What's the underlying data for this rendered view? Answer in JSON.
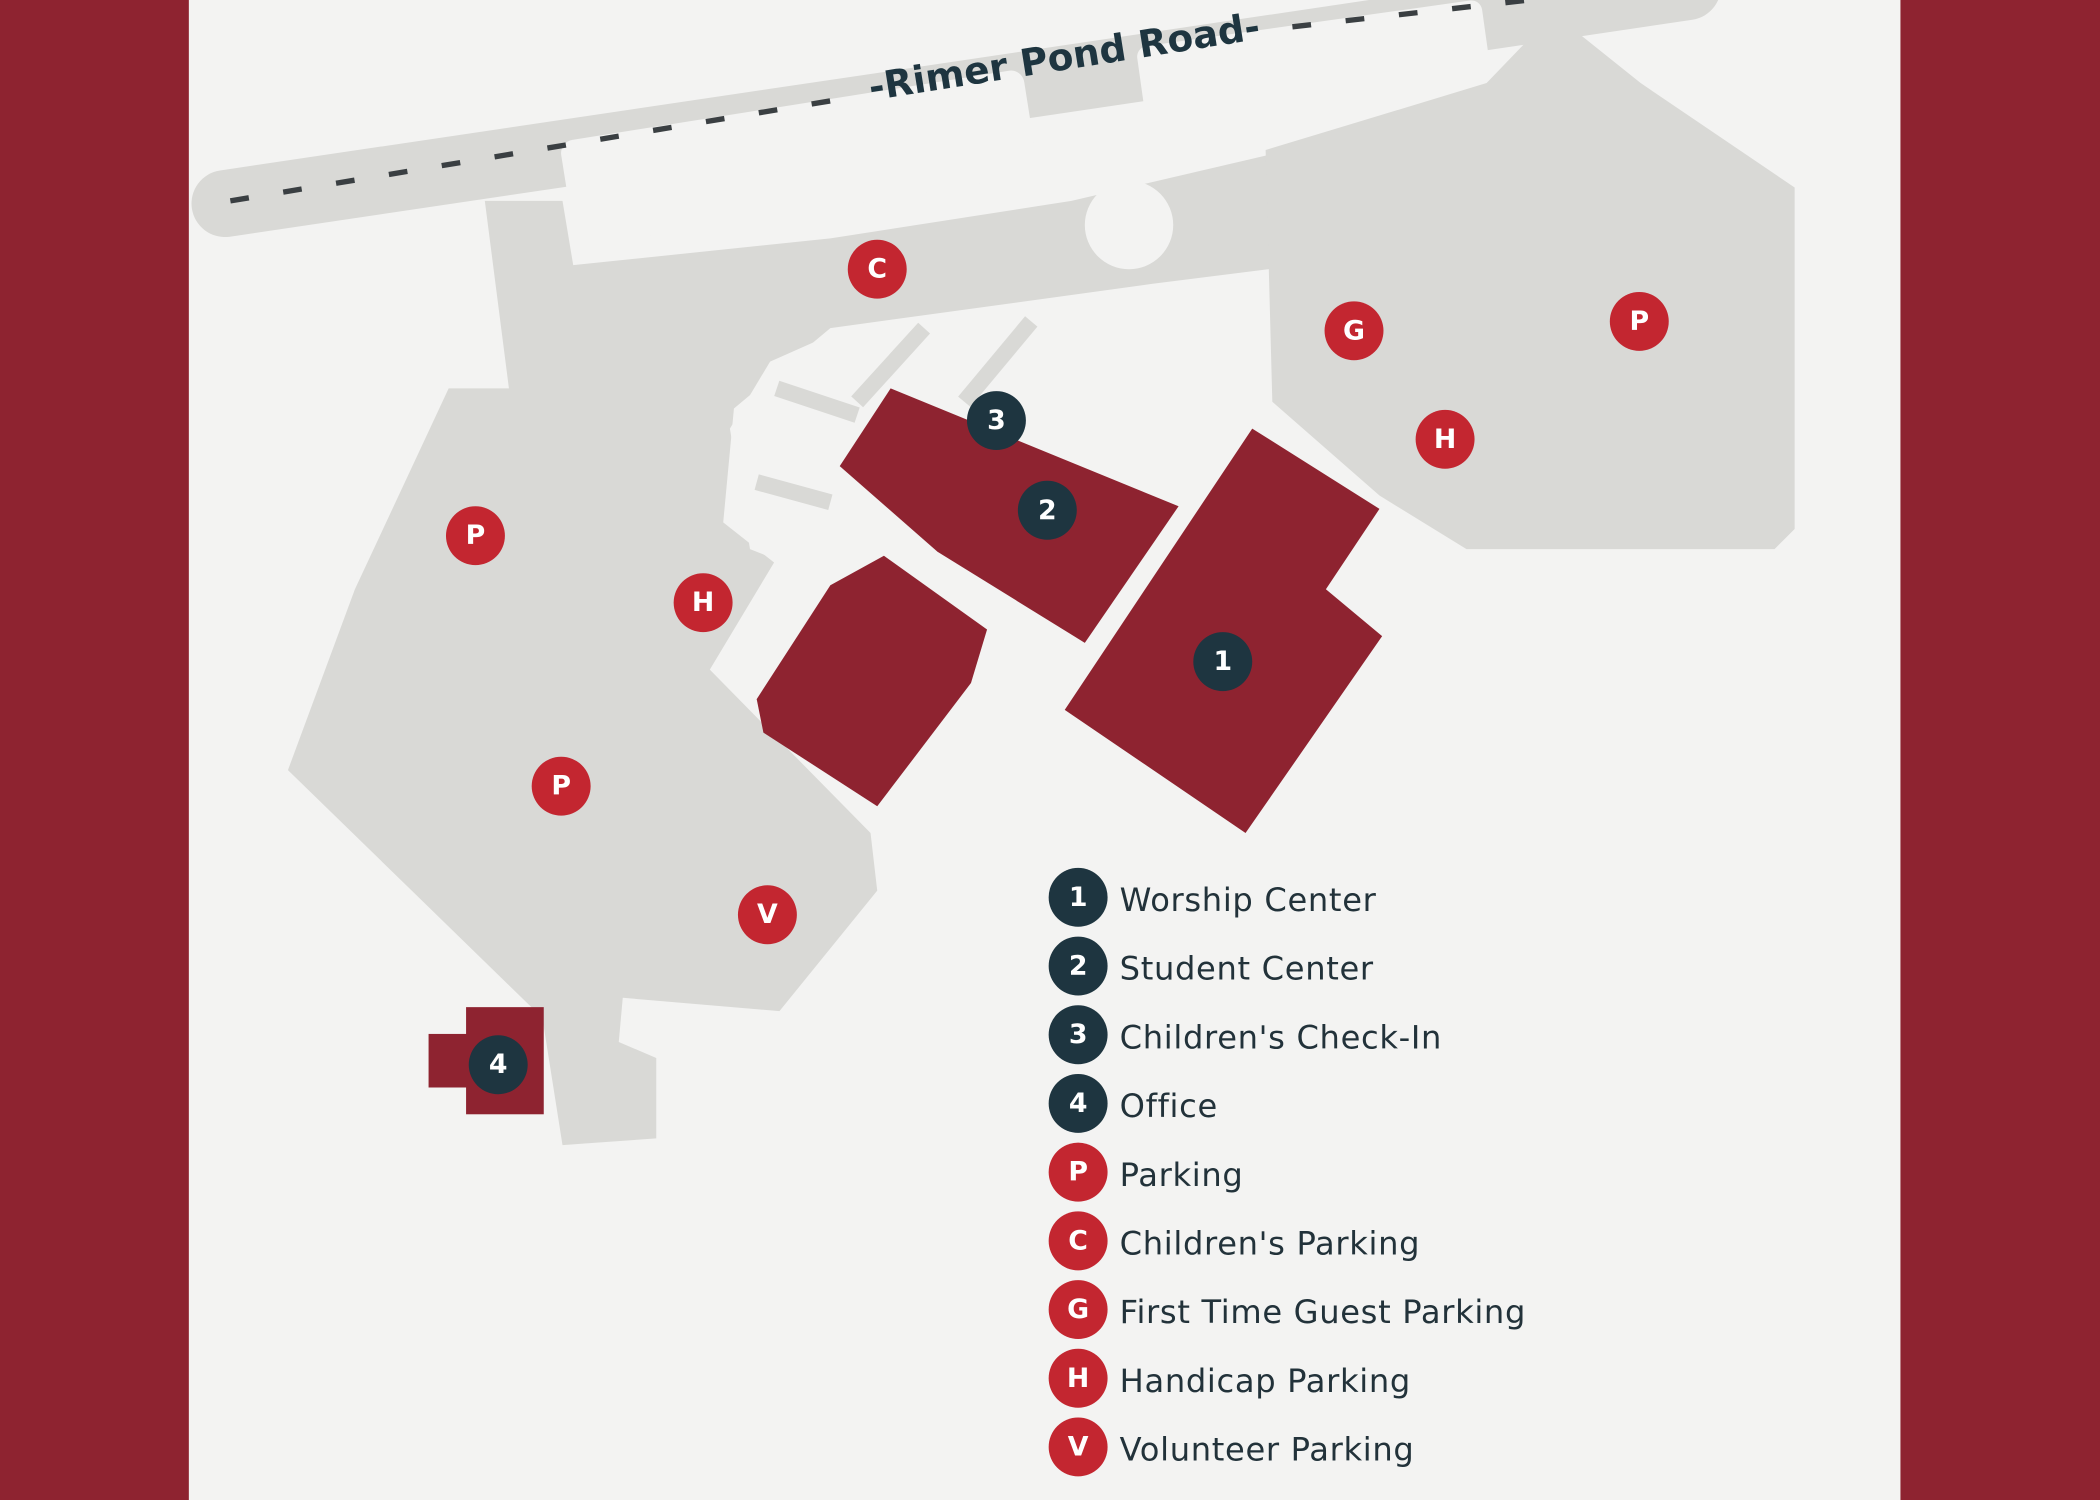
{
  "colors": {
    "frame": "#8e2330",
    "background": "#f3f3f2",
    "pavement": "#d9d9d6",
    "building": "#8e2330",
    "numbered_marker": "#1e3540",
    "parking_marker": "#c32630"
  },
  "road": {
    "name": "-Rimer Pond Road-"
  },
  "markers": [
    {
      "label": "C",
      "kind": "parking"
    },
    {
      "label": "G",
      "kind": "parking"
    },
    {
      "label": "P",
      "kind": "parking"
    },
    {
      "label": "H",
      "kind": "parking"
    },
    {
      "label": "P",
      "kind": "parking"
    },
    {
      "label": "H",
      "kind": "parking"
    },
    {
      "label": "P",
      "kind": "parking"
    },
    {
      "label": "V",
      "kind": "parking"
    },
    {
      "label": "3",
      "kind": "building"
    },
    {
      "label": "2",
      "kind": "building"
    },
    {
      "label": "1",
      "kind": "building"
    },
    {
      "label": "4",
      "kind": "building"
    }
  ],
  "legend": [
    {
      "key": "1",
      "label": "Worship Center",
      "kind": "building"
    },
    {
      "key": "2",
      "label": "Student Center",
      "kind": "building"
    },
    {
      "key": "3",
      "label": "Children's Check-In",
      "kind": "building"
    },
    {
      "key": "4",
      "label": "Office",
      "kind": "building"
    },
    {
      "key": "P",
      "label": "Parking",
      "kind": "parking"
    },
    {
      "key": "C",
      "label": "Children's Parking",
      "kind": "parking"
    },
    {
      "key": "G",
      "label": "First Time Guest Parking",
      "kind": "parking"
    },
    {
      "key": "H",
      "label": "Handicap Parking",
      "kind": "parking"
    },
    {
      "key": "V",
      "label": "Volunteer Parking",
      "kind": "parking"
    }
  ]
}
